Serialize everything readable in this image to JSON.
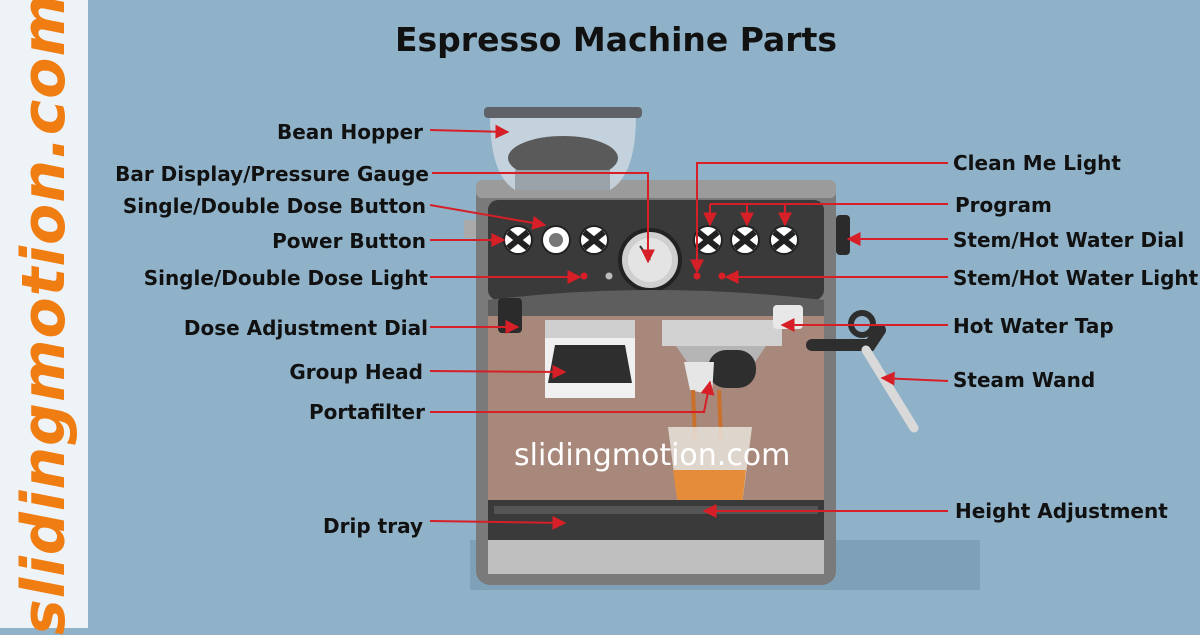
{
  "brand": {
    "vertical_text": "slidingmotion.com",
    "color": "#f07d12"
  },
  "title": "Espresso Machine Parts",
  "watermark": "slidingmotion.com",
  "labels_left": [
    "Bean Hopper",
    "Bar Display/Pressure Gauge",
    "Single/Double Dose Button",
    "Power Button",
    "Single/Double Dose Light",
    "Dose Adjustment Dial",
    "Group Head",
    "Portafilter",
    "Drip tray"
  ],
  "labels_right": [
    "Clean Me Light",
    "Program",
    "Stem/Hot Water Dial",
    "Stem/Hot Water Light",
    "Hot Water Tap",
    "Steam Wand",
    "Height Adjustment"
  ],
  "arrow_color": "#d61f26"
}
